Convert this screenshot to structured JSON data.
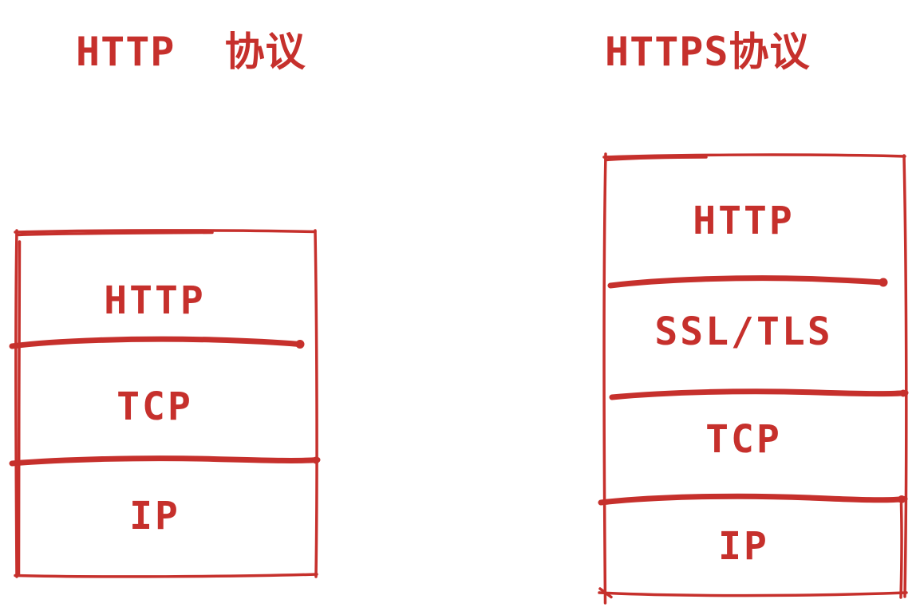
{
  "diagram": {
    "left_stack": {
      "title": "HTTP  协议",
      "layers": [
        "HTTP",
        "TCP",
        "IP"
      ]
    },
    "right_stack": {
      "title": "HTTPS协议",
      "layers": [
        "HTTP",
        "SSL/TLS",
        "TCP",
        "IP"
      ]
    },
    "colors": {
      "ink_red": "#c6302c",
      "background": "#ffffff"
    }
  }
}
